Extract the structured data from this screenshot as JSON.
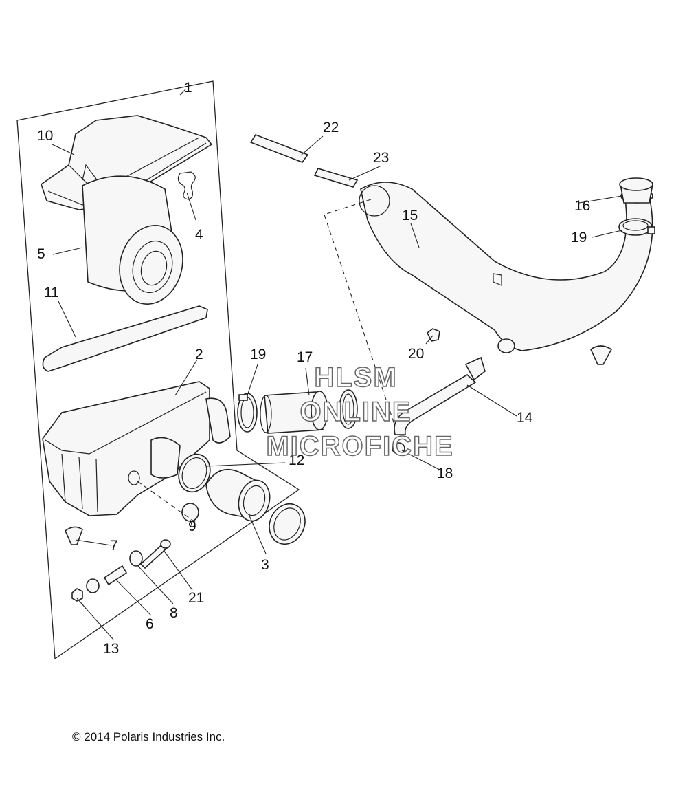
{
  "callouts": {
    "c1": "1",
    "c2": "2",
    "c3": "3",
    "c4": "4",
    "c5": "5",
    "c6": "6",
    "c7": "7",
    "c8": "8",
    "c9": "9",
    "c10": "10",
    "c11": "11",
    "c12": "12",
    "c13": "13",
    "c14": "14",
    "c15": "15",
    "c16": "16",
    "c17": "17",
    "c18": "18",
    "c19a": "19",
    "c19b": "19",
    "c20": "20",
    "c21": "21",
    "c22": "22",
    "c23": "23"
  },
  "watermark": {
    "line1": "HLSM",
    "line2": "ONLINE",
    "line3": "MICROFICHE"
  },
  "copyright": "© 2014 Polaris Industries Inc."
}
